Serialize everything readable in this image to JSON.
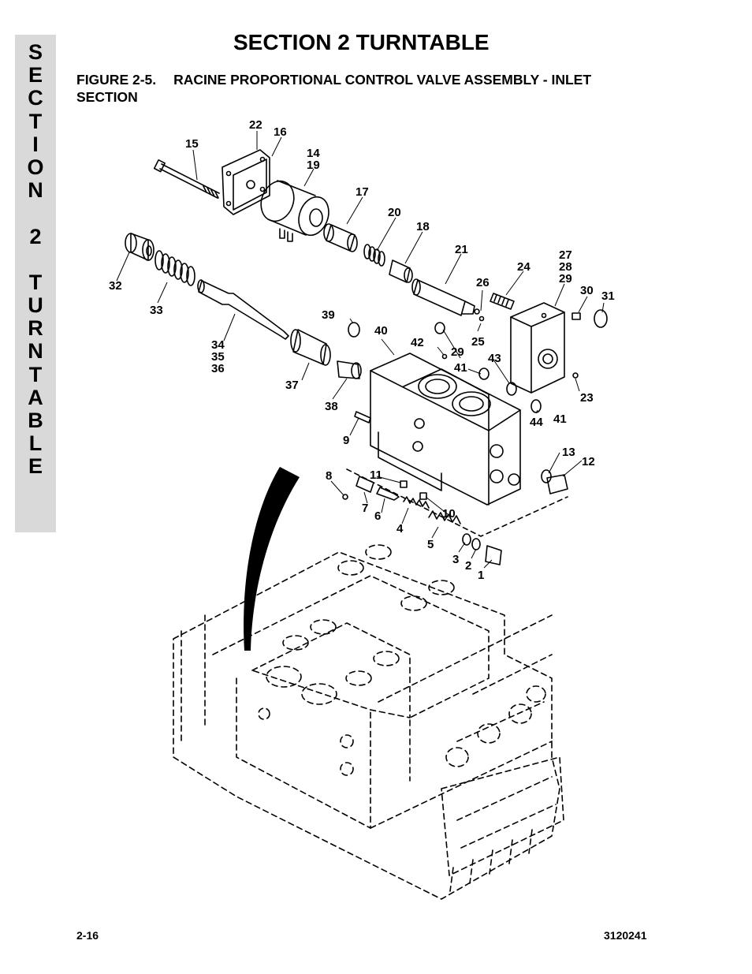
{
  "header": {
    "title": "SECTION 2  TURNTABLE"
  },
  "side_tab": {
    "letters": [
      "S",
      "E",
      "C",
      "T",
      "I",
      "O",
      "N",
      "",
      "2",
      "",
      "T",
      "U",
      "R",
      "N",
      "T",
      "A",
      "B",
      "L",
      "E"
    ]
  },
  "figure": {
    "label": "FIGURE 2-5.",
    "title": "RACINE PROPORTIONAL CONTROL VALVE ASSEMBLY - INLET SECTION",
    "callouts": [
      "22",
      "16",
      "15",
      "14",
      "19",
      "17",
      "20",
      "18",
      "21",
      "27",
      "28",
      "29",
      "24",
      "26",
      "30",
      "31",
      "32",
      "33",
      "39",
      "40",
      "42",
      "29",
      "25",
      "41",
      "43",
      "34",
      "35",
      "36",
      "37",
      "38",
      "23",
      "44",
      "41",
      "9",
      "13",
      "12",
      "8",
      "11",
      "7",
      "6",
      "4",
      "10",
      "5",
      "3",
      "2",
      "1"
    ]
  },
  "footer": {
    "page": "2-16",
    "doc_number": "3120241"
  }
}
